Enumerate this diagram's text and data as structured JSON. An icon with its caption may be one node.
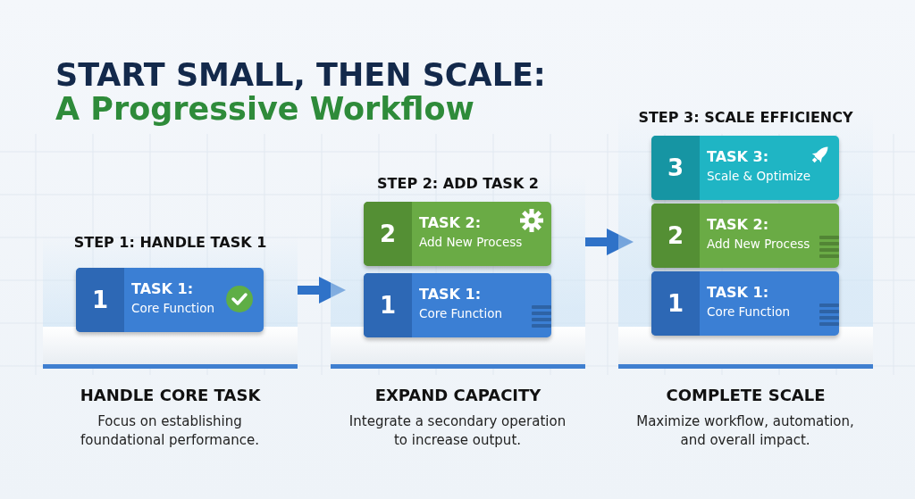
{
  "diagram": {
    "title": "START SMALL, THEN SCALE:",
    "nodes": [
      {
        "text": [
          "STEP 1: HANDLE TASK 1"
        ],
        "beside": [
          "HANDLE CORE TASK",
          "Focus on establishing foundational performance."
        ]
      },
      {
        "text": [
          "1",
          "TASK 1:",
          "Core Function"
        ],
        "in": 0
      },
      {
        "text": [
          "STEP 2: ADD TASK 2"
        ],
        "beside": [
          "EXPAND CAPACITY",
          "Integrate a secondary operation to increase output."
        ]
      },
      {
        "text": [
          "2",
          "TASK 2:",
          "Add New Process"
        ],
        "in": 2
      },
      {
        "text": [
          "1",
          "TASK 1:",
          "Core Function"
        ],
        "in": 2
      },
      {
        "text": [
          "STEP 3: SCALE EFFICIENCY"
        ],
        "beside": [
          "COMPLETE SCALE",
          "Maximize workflow, automation, and overall impact."
        ]
      },
      {
        "text": [
          "3",
          "TASK 3:",
          "Scale & Optimize"
        ],
        "in": 5
      },
      {
        "text": [
          "2",
          "TASK 2:",
          "Add New Process"
        ],
        "in": 5
      },
      {
        "text": [
          "1",
          "TASK 1:",
          "Core Function"
        ],
        "in": 5
      }
    ],
    "edges": [
      {
        "from": 0,
        "to": 2,
        "arrow": "to"
      },
      {
        "from": 2,
        "to": 5,
        "arrow": "to"
      }
    ],
    "labels": [
      "A Progressive Workflow"
    ]
  }
}
